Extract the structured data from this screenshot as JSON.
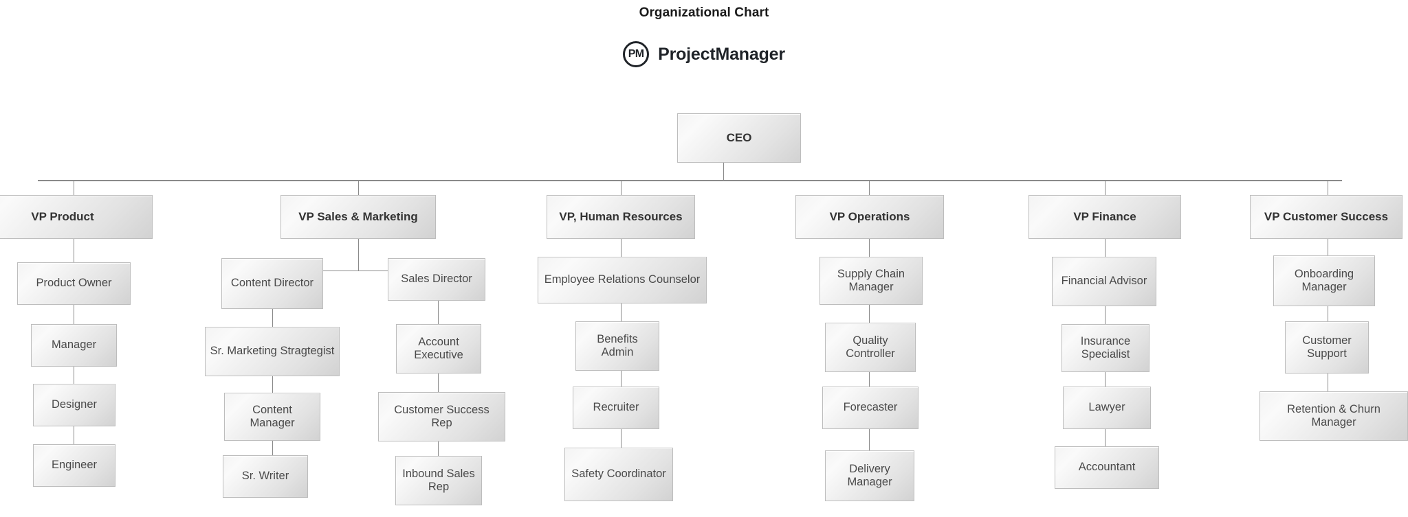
{
  "header": {
    "title": "Organizational Chart",
    "brand_initials": "PM",
    "brand_name": "ProjectManager"
  },
  "colors": {
    "box_border": "#bdbdbd",
    "box_fill_light": "#fafafa",
    "box_fill_dark": "#d2d2d2",
    "connector": "#8a8a8a",
    "title_text": "#1a1a1a",
    "level1_text": "#333333",
    "sub_text": "#4a4a4a",
    "background": "#ffffff"
  },
  "chart_data": {
    "type": "diagram",
    "diagram_kind": "organizational-chart",
    "title": "Organizational Chart",
    "root": "CEO",
    "levels": 6,
    "node_count": 29,
    "nodes": {
      "ceo": "CEO",
      "vp_product": "VP Product",
      "vp_sales": "VP Sales & Marketing",
      "vp_hr": "VP, Human Resources",
      "vp_ops": "VP Operations",
      "vp_finance": "VP Finance",
      "vp_cs": "VP Customer Success",
      "product_owner": "Product Owner",
      "manager": "Manager",
      "designer": "Designer",
      "engineer": "Engineer",
      "content_director": "Content Director",
      "sr_marketing": "Sr. Marketing Stragtegist",
      "content_manager": "Content Manager",
      "sr_writer": "Sr. Writer",
      "sales_director": "Sales Director",
      "account_exec": "Account Executive",
      "customer_success_rep": "Customer Success Rep",
      "inbound_sales_rep": "Inbound Sales Rep",
      "employee_relations": "Employee Relations Counselor",
      "benefits_admin": "Benefits Admin",
      "recruiter": "Recruiter",
      "safety_coordinator": "Safety Coordinator",
      "supply_chain": "Supply Chain Manager",
      "quality_controller": "Quality Controller",
      "forecaster": "Forecaster",
      "delivery_manager": "Delivery Manager",
      "financial_advisor": "Financial Advisor",
      "insurance_specialist": "Insurance Specialist",
      "lawyer": "Lawyer",
      "accountant": "Accountant",
      "onboarding_manager": "Onboarding Manager",
      "customer_support": "Customer Support",
      "retention_manager": "Retention & Churn Manager"
    },
    "hierarchy": [
      {
        "label": "CEO",
        "children": [
          {
            "label": "VP Product",
            "chain": [
              "Product Owner",
              "Manager",
              "Designer",
              "Engineer"
            ]
          },
          {
            "label": "VP Sales & Marketing",
            "branches": [
              {
                "label": "Content Director",
                "chain": [
                  "Sr. Marketing Stragtegist",
                  "Content Manager",
                  "Sr. Writer"
                ]
              },
              {
                "label": "Sales Director",
                "chain": [
                  "Account Executive",
                  "Customer Success Rep",
                  "Inbound Sales Rep"
                ]
              }
            ]
          },
          {
            "label": "VP, Human Resources",
            "chain": [
              "Employee Relations Counselor",
              "Benefits Admin",
              "Recruiter",
              "Safety Coordinator"
            ]
          },
          {
            "label": "VP Operations",
            "chain": [
              "Supply Chain Manager",
              "Quality Controller",
              "Forecaster",
              "Delivery Manager"
            ]
          },
          {
            "label": "VP Finance",
            "chain": [
              "Financial Advisor",
              "Insurance Specialist",
              "Lawyer",
              "Accountant"
            ]
          },
          {
            "label": "VP Customer Success",
            "chain": [
              "Onboarding Manager",
              "Customer Support",
              "Retention & Churn Manager"
            ]
          }
        ]
      }
    ]
  }
}
